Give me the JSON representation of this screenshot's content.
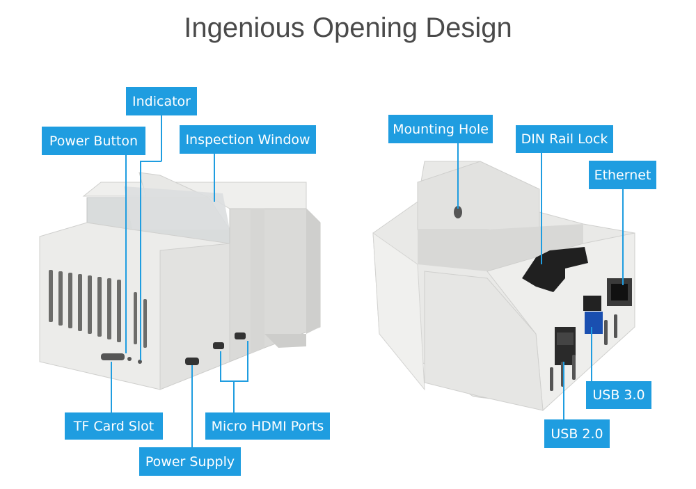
{
  "title": "Ingenious Opening Design",
  "labels": {
    "indicator": "Indicator",
    "power_button": "Power Button",
    "inspection_window": "Inspection Window",
    "tf_card_slot": "TF Card Slot",
    "micro_hdmi_ports": "Micro HDMI Ports",
    "power_supply": "Power Supply",
    "mounting_hole": "Mounting Hole",
    "din_rail_lock": "DIN Rail Lock",
    "ethernet": "Ethernet",
    "usb_3": "USB 3.0",
    "usb_2": "USB 2.0"
  },
  "colors": {
    "label_bg": "#1f9de0",
    "leader_line": "#1f9de0",
    "case_body": "#e6e6e4",
    "title_text": "#4a4a4a"
  }
}
